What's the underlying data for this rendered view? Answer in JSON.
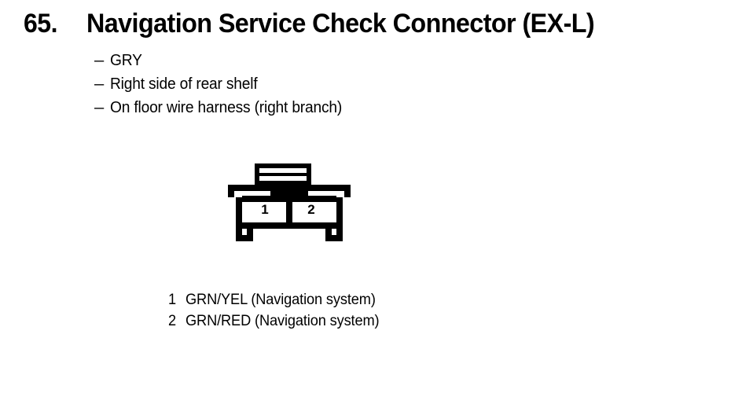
{
  "page": {
    "background_color": "#FFFFFF",
    "ink_color": "#000000"
  },
  "header": {
    "number": "65.",
    "title": "Navigation Service Check Connector (EX-L)"
  },
  "specs": {
    "bullets": [
      {
        "dash": "–",
        "text": "GRY"
      },
      {
        "dash": "–",
        "text": "Right side of rear shelf"
      },
      {
        "dash": "–",
        "text": "On floor wire harness (right branch)"
      }
    ]
  },
  "connector": {
    "cavity_count": 2,
    "cavities": [
      {
        "number": "1"
      },
      {
        "number": "2"
      }
    ]
  },
  "legend": {
    "rows": [
      {
        "pin": "1",
        "description": "GRN/YEL (Navigation system)"
      },
      {
        "pin": "2",
        "description": "GRN/RED (Navigation system)"
      }
    ]
  }
}
